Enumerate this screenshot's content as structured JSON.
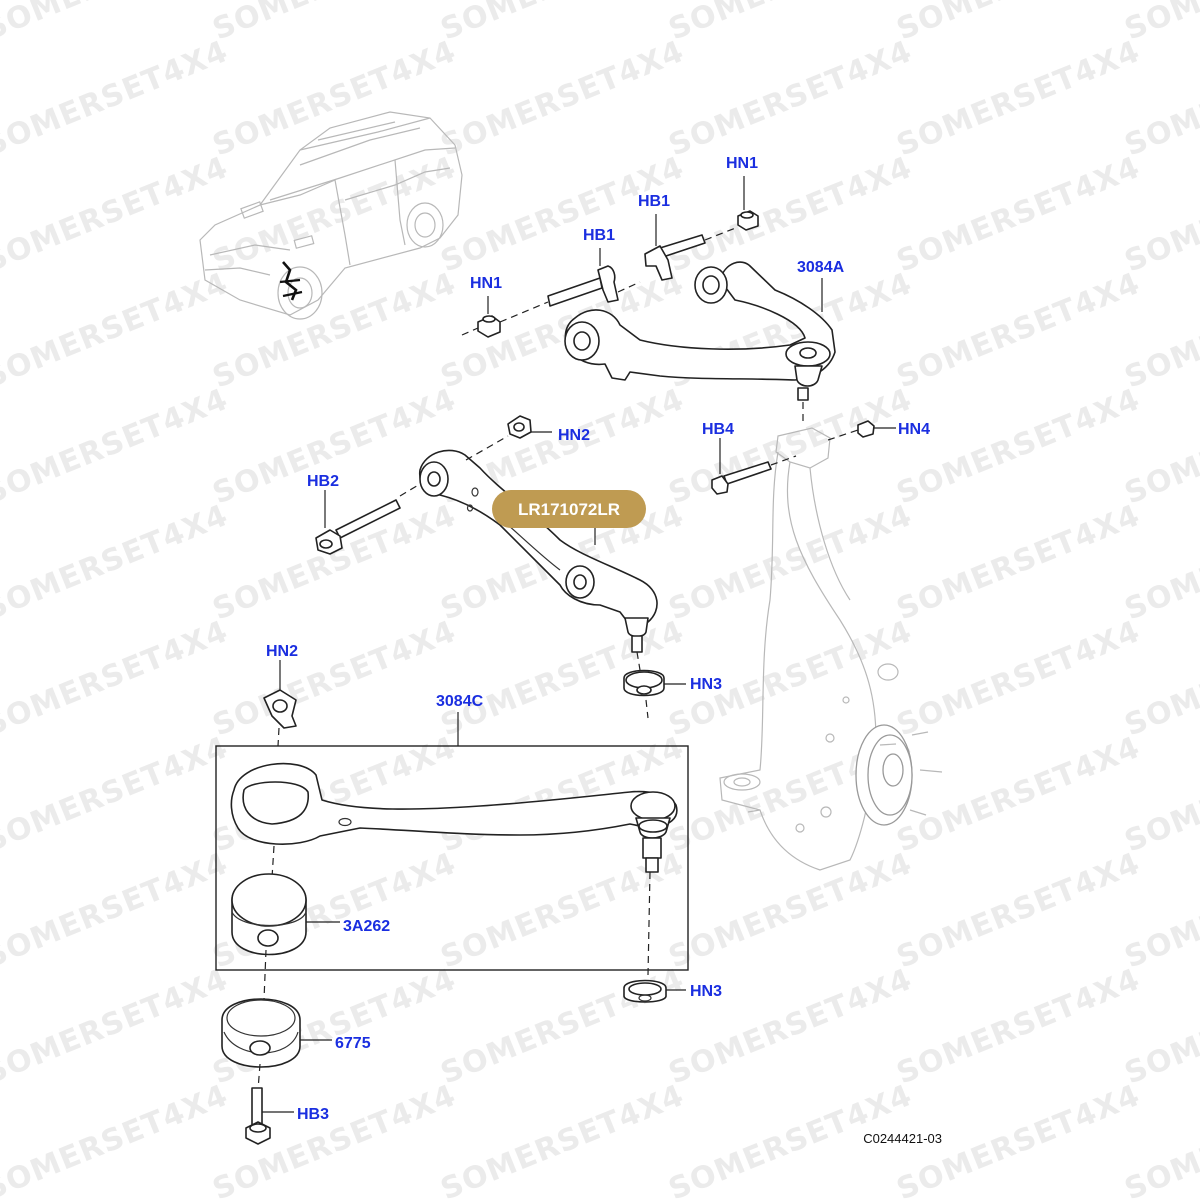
{
  "watermark": "SOMERSET4X4",
  "diagram_code": "C0244421-03",
  "badge": {
    "text": "LR171072LR",
    "color": "#bf9b52"
  },
  "label_color": "#1a2ee0",
  "labels": {
    "hn1_left": "HN1",
    "hn1_right": "HN1",
    "hb1_left": "HB1",
    "hb1_right": "HB1",
    "upper_arm": "3084A",
    "hn2_top": "HN2",
    "hb2": "HB2",
    "hb4": "HB4",
    "hn4": "HN4",
    "hn2_lower": "HN2",
    "hn3_top": "HN3",
    "lower_arm": "3084C",
    "bush_3a262": "3A262",
    "hn3_bottom": "HN3",
    "bush_6775": "6775",
    "hb3": "HB3"
  }
}
